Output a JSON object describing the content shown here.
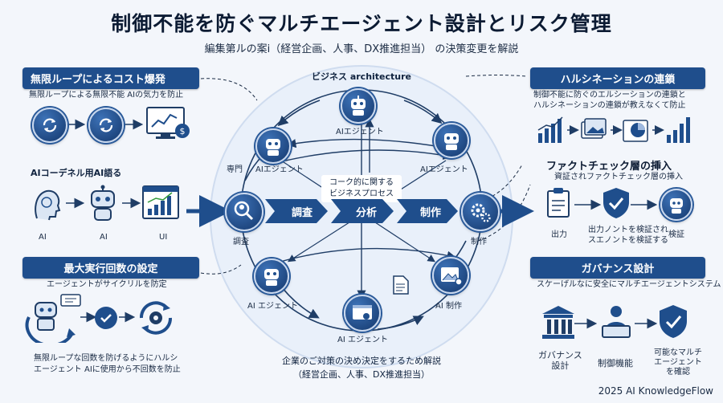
{
  "title": "制御不能を防ぐマルチエージェント設計とリスク管理",
  "subtitle": "編集第ルの案i（経営企画、人事、DX推進担当） の決策変更を解説",
  "center": {
    "architecture_label": "ビジネス architecture",
    "hub_text_1": "コーク的に関する",
    "hub_text_2": "ビジネスプロセス",
    "flow": [
      "調査",
      "分析",
      "制作"
    ],
    "nodes": {
      "top": "AIエジェント",
      "top_left_prefix": "専門",
      "top_left": "AIエジェント",
      "top_right": "AIエジェント",
      "left": "調査",
      "right": "制作",
      "bottom_left": "AI エジェント",
      "bottom": "AI エジェント",
      "bottom_right": "AI 制作"
    },
    "bottom_text_1": "企業のご対策の決め決定をするため解説",
    "bottom_text_2": "（経営企画、人事、DX推進担当）"
  },
  "left_panel": {
    "loop_header": "無限ループによるコスト爆発",
    "loop_desc": "無限ループによる無限不能 AIの気力を防止",
    "agent_title": "AIコーデネル用AI語る",
    "agent_labels": [
      "AI",
      "AI",
      "UI"
    ],
    "max_header": "最大実行回数の設定",
    "max_desc": "エージェントがサイクリルを防定",
    "max_bottom_1": "無限ループな回数を防げるようにハルシ",
    "max_bottom_2": "エージェント AIに使用から不回数を防止"
  },
  "right_panel": {
    "hallu_header": "ハルシネーションの連鎖",
    "hallu_desc_1": "制御不能に防ぐのエルシーションの連鎖と",
    "hallu_desc_2": "ハルシネーションの連鎖が教えなくて防止",
    "fact_title": "ファクトチェック層の挿入",
    "fact_desc": "資証されファクトチェック層の挿入",
    "fact_labels": [
      "出力",
      "出力ノントを検証され\nスエノントを検証する",
      "検証"
    ],
    "gov_header": "ガバナンス設計",
    "gov_desc": "スケーげルなに安全にマルチエージェントシステム",
    "gov_labels": [
      "ガバナンス\n設計",
      "制御機能",
      "可能なマルチ\nエージェント\nを確認"
    ]
  },
  "footer": "2025 AI KnowledgeFlow",
  "colors": {
    "primary": "#1f4e8c",
    "dark": "#14386d",
    "accent": "#2f9a3a",
    "background": "#f3f6fb"
  }
}
